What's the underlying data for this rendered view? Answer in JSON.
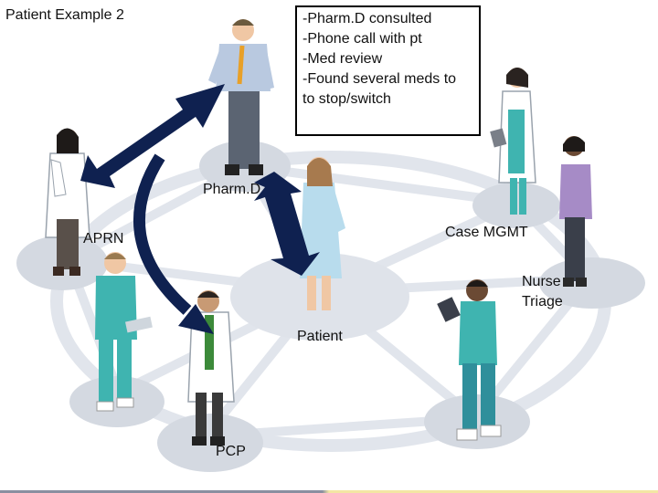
{
  "title": "Patient Example 2",
  "notes": [
    "-Pharm.D consulted",
    "-Phone call with pt",
    "-Med review",
    "-Found several meds to",
    "to stop/switch"
  ],
  "roles": {
    "pharmd": "Pharm.D",
    "aprn": "APRN",
    "case_mgmt": "Case MGMT",
    "nurse_line1": "Nurse",
    "nurse_line2": "Triage",
    "patient": "Patient",
    "pcp": "PCP"
  },
  "colors": {
    "arrow": "#0f2150",
    "disc": "#d6dbe3",
    "ring": "#e3e7ee",
    "scrubs_teal": "#3fb4b0",
    "coat": "#ffffff"
  }
}
